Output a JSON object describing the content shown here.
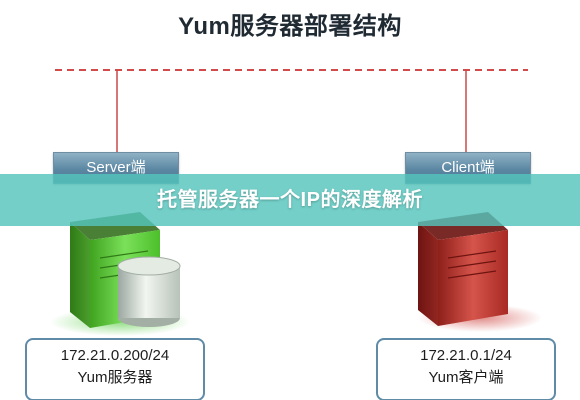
{
  "title": "Yum服务器部署结构",
  "banner": "托管服务器一个IP的深度解析",
  "server": {
    "label": "Server端",
    "ip": "172.21.0.200/24",
    "role": "Yum服务器",
    "color": "#5ec83a"
  },
  "client": {
    "label": "Client端",
    "ip": "172.21.0.1/24",
    "role": "Yum客户端",
    "color": "#b8322c"
  },
  "colors": {
    "network_line": "#d24a4a",
    "connector": "#c84a4a",
    "label_bg": "#5b87a3",
    "banner_bg": "#54c4bc",
    "box_border": "#5f8ba7"
  },
  "icons": {
    "server": "server-tower-icon",
    "database": "database-cylinder-icon",
    "client": "client-tower-icon"
  }
}
